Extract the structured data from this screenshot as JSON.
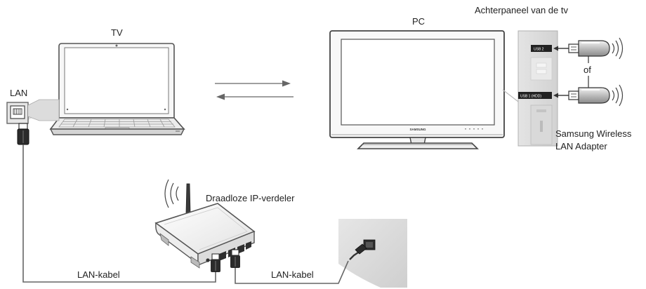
{
  "labels": {
    "tv": "TV",
    "pc": "PC",
    "back_panel": "Achterpaneel van de tv",
    "lan": "LAN",
    "or": "of",
    "adapter_line1": "Samsung Wireless",
    "adapter_line2": "LAN Adapter",
    "router": "Draadloze IP-verdeler",
    "cable_left": "LAN-kabel",
    "cable_right": "LAN-kabel"
  },
  "panel_ports": {
    "usb2": "USB 2",
    "usb1": "USB 1 (HDD)"
  },
  "tv_brand": "SAMSUNG"
}
